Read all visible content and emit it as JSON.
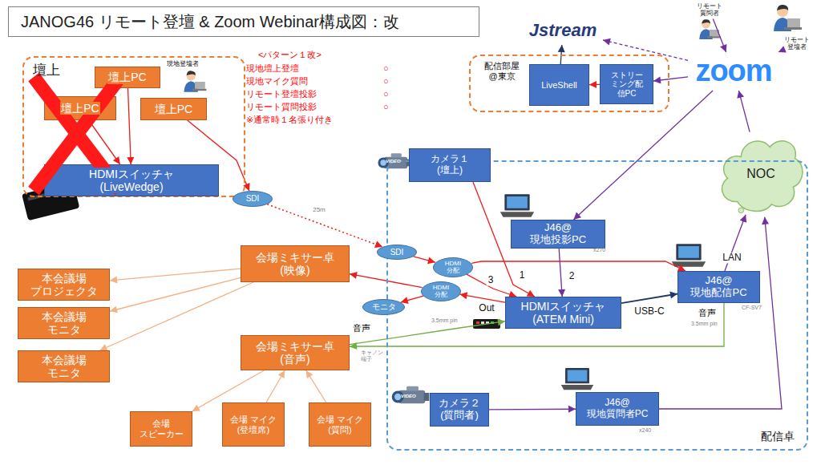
{
  "diagram": {
    "title": "JANOG46 リモート登壇 & Zoom Webinar構成図：改",
    "nodes": [
      {
        "text": [
          "壇上"
        ]
      },
      {
        "text": [
          "壇上PC"
        ],
        "in": 0
      },
      {
        "text": [
          "壇上PC"
        ],
        "in": 0
      },
      {
        "text": [
          "壇上PC"
        ],
        "in": 0
      },
      {
        "text": [
          "HDMIスイッチャ (LiveWedge)"
        ],
        "in": 0
      },
      {
        "text": [
          "配信部屋 @東京"
        ]
      },
      {
        "text": [
          "LiveShell"
        ],
        "in": 5
      },
      {
        "text": [
          "ストリーミング配信PC"
        ],
        "in": 5
      },
      {
        "text": [
          "Jstream"
        ]
      },
      {
        "text": [
          "zoom"
        ]
      },
      {
        "text": [
          "リモート 質問者"
        ]
      },
      {
        "text": [
          "リモート 登壇者"
        ]
      },
      {
        "text": [
          "NOC"
        ]
      },
      {
        "text": [
          "SDI"
        ]
      },
      {
        "text": [
          "配信卓"
        ]
      },
      {
        "text": [
          "カメラ１ (壇上)"
        ],
        "in": 14
      },
      {
        "text": [
          "J46@ 現地投影PC"
        ],
        "in": 14
      },
      {
        "text": [
          "SDI"
        ]
      },
      {
        "text": [
          "HDMI 分配"
        ],
        "in": 14
      },
      {
        "text": [
          "会場ミキサー卓 (映像)"
        ]
      },
      {
        "text": [
          "HDMI 分配"
        ],
        "in": 14
      },
      {
        "text": [
          "モニタ"
        ]
      },
      {
        "text": [
          "HDMIスイッチャ (ATEM Mini)"
        ],
        "in": 14
      },
      {
        "text": [
          "J46@ 現地配信PC"
        ],
        "in": 14
      },
      {
        "text": [
          "本会議場 プロジェクタ"
        ]
      },
      {
        "text": [
          "本会議場 モニタ"
        ]
      },
      {
        "text": [
          "本会議場 モニタ"
        ]
      },
      {
        "text": [
          "会場ミキサー卓 (音声)"
        ]
      },
      {
        "text": [
          "会場 スピーカー"
        ]
      },
      {
        "text": [
          "会場 マイク (登壇席)"
        ]
      },
      {
        "text": [
          "会場 マイク (質問)"
        ]
      },
      {
        "text": [
          "カメラ２ (質問者)"
        ],
        "in": 14
      },
      {
        "text": [
          "J46@ 現地質問者PC"
        ],
        "in": 14
      }
    ],
    "edges": [
      {
        "from": 1,
        "to": 4,
        "arrow": "to"
      },
      {
        "from": 2,
        "to": 4,
        "arrow": "to"
      },
      {
        "from": 3,
        "to": 13,
        "arrow": "to"
      },
      {
        "from": 13,
        "to": 17,
        "label": "25m",
        "arrow": "to"
      },
      {
        "from": 17,
        "to": 18,
        "arrow": "to"
      },
      {
        "from": 18,
        "to": 23,
        "arrow": "to"
      },
      {
        "from": 18,
        "to": 22,
        "label": "3",
        "arrow": "to"
      },
      {
        "from": 22,
        "to": 20,
        "label": "Out",
        "arrow": "to"
      },
      {
        "from": 20,
        "to": 19,
        "arrow": "to"
      },
      {
        "from": 20,
        "to": 21,
        "arrow": "to"
      },
      {
        "from": 15,
        "to": 22,
        "label": "1",
        "arrow": "to"
      },
      {
        "from": 16,
        "to": 22,
        "label": "2",
        "arrow": "to"
      },
      {
        "from": 22,
        "to": 23,
        "label": "USB-C",
        "arrow": "to"
      },
      {
        "from": 19,
        "to": 24,
        "arrow": "to"
      },
      {
        "from": 19,
        "to": 25,
        "arrow": "to"
      },
      {
        "from": 19,
        "to": 26,
        "arrow": "to"
      },
      {
        "from": 27,
        "to": 28,
        "arrow": "to"
      },
      {
        "from": 29,
        "to": 27,
        "arrow": "to"
      },
      {
        "from": 30,
        "to": 27,
        "arrow": "to"
      },
      {
        "from": 27,
        "to": 22,
        "arrow": "to"
      },
      {
        "from": 23,
        "to": 27,
        "arrow": "to"
      },
      {
        "from": 23,
        "to": 12,
        "label": "LAN",
        "arrow": "to"
      },
      {
        "from": 32,
        "to": 12,
        "arrow": "to"
      },
      {
        "from": 31,
        "to": 32,
        "arrow": "to"
      },
      {
        "from": 9,
        "to": 16,
        "arrow": "to"
      },
      {
        "from": 12,
        "to": 9,
        "arrow": "to"
      },
      {
        "from": 9,
        "to": 7,
        "arrow": "to"
      },
      {
        "from": 7,
        "to": 6,
        "arrow": "to"
      },
      {
        "from": 6,
        "to": 8,
        "arrow": "to"
      },
      {
        "from": 9,
        "to": 8,
        "arrow": "to"
      },
      {
        "from": 10,
        "to": 9,
        "arrow": "to"
      },
      {
        "from": 11,
        "to": 9,
        "arrow": "to"
      }
    ],
    "labels": [
      "<パターン１改>",
      "現地壇上登壇",
      "現地マイク質問",
      "リモート登壇投影",
      "リモート質問投影",
      "※通常時１名張り付き",
      "○",
      "○",
      "○",
      "○",
      "現地登壇者",
      "x270",
      "CF-SV7",
      "x240",
      "音声",
      "3.5mm pin",
      "音声",
      "3.5mm pin",
      "キャノン 端子",
      "VIDEO",
      "VIDEO"
    ]
  }
}
